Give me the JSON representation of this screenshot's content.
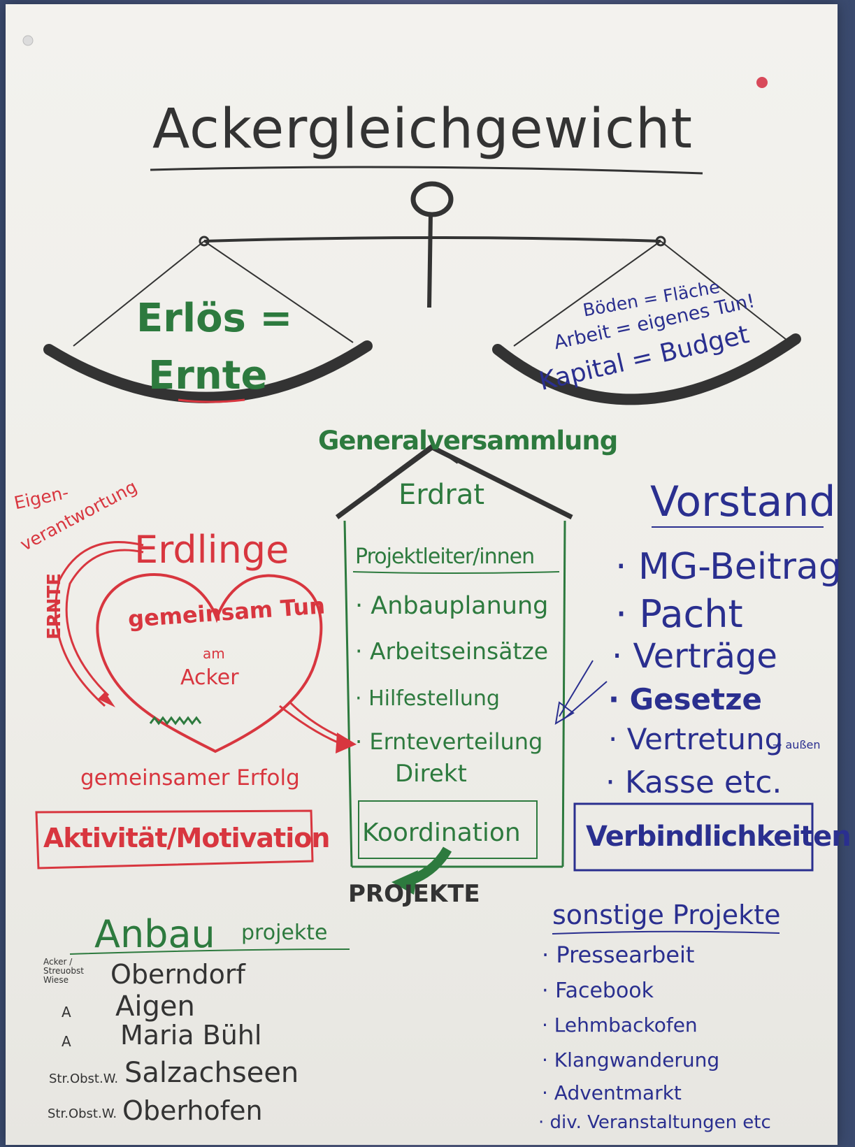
{
  "title": "Ackergleichgewicht",
  "scale": {
    "left": {
      "line1": "Erlös =",
      "line2": "Ernte"
    },
    "right": {
      "line1": "Böden = Fläche",
      "line2": "Arbeit = eigenes Tun!",
      "line3": "Kapital = Budget"
    }
  },
  "house": {
    "roof_label": "Generalversammlung",
    "top_label": "Erdrat",
    "heading": "Projektleiter/innen",
    "items": [
      "· Anbauplanung",
      "· Arbeitseinsätze",
      "· Hilfestellung",
      "· Ernteverteilung",
      "Direkt"
    ],
    "box_label": "Koordination",
    "arrow_label": "PROJEKTE"
  },
  "left_section": {
    "note": [
      "Eigen-",
      "verantwortung"
    ],
    "arrow_label": "ERNTE",
    "heading": "Erdlinge",
    "heart_lines": [
      "gemeinsam Tun",
      "am",
      "Acker"
    ],
    "footer": "gemeinsamer Erfolg",
    "box_label": "Aktivität/Motivation"
  },
  "right_section": {
    "heading": "Vorstand",
    "items": [
      "· MG-Beitrag",
      "· Pacht",
      "· Verträge",
      "· Gesetze",
      "· Vertretung",
      "· Kasse etc."
    ],
    "vertretung_note": "→ außen",
    "box_label": "Verbindlichkeiten"
  },
  "anbau": {
    "heading_big": "Anbau",
    "heading_small": "projekte",
    "rows": [
      {
        "tag": "Acker / Streuobst Wiese",
        "name": "Oberndorf"
      },
      {
        "tag": "A",
        "name": "Aigen"
      },
      {
        "tag": "A",
        "name": "Maria Bühl"
      },
      {
        "tag": "Str.Obst.W.",
        "name": "Salzachseen"
      },
      {
        "tag": "Str.Obst.W.",
        "name": "Oberhofen"
      }
    ]
  },
  "sonstige": {
    "heading": "sonstige Projekte",
    "items": [
      "· Pressearbeit",
      "· Facebook",
      "· Lehmbackofen",
      "· Klangwanderung",
      "· Adventmarkt",
      "· div. Veranstaltungen etc"
    ]
  },
  "colors": {
    "green": "#2d7a3e",
    "red": "#d8363f",
    "blue": "#2a2f8f",
    "black": "#333333",
    "paper": "#f1f0ec"
  }
}
